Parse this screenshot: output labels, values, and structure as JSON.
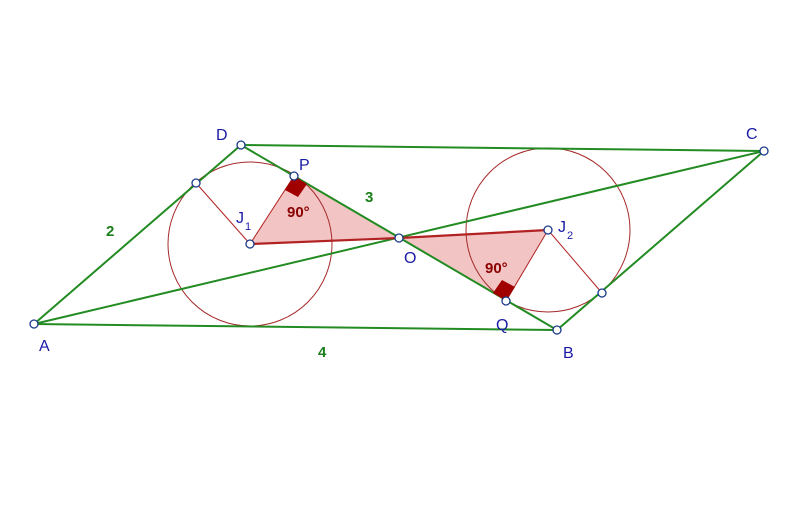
{
  "points": {
    "A": {
      "label": "A"
    },
    "B": {
      "label": "B"
    },
    "C": {
      "label": "C"
    },
    "D": {
      "label": "D"
    },
    "O": {
      "label": "O"
    },
    "P": {
      "label": "P"
    },
    "Q": {
      "label": "Q"
    },
    "J1": {
      "label": "J",
      "sub": "1"
    },
    "J2": {
      "label": "J",
      "sub": "2"
    }
  },
  "lengths": {
    "AD": "2",
    "DO": "3",
    "AB": "4"
  },
  "angles": {
    "at_P": "90°",
    "at_Q": "90°"
  },
  "colors": {
    "sides": "#228b22",
    "red_segments": "#b22222",
    "circles": "#a52a2a",
    "triangle_fill": "#f2c4c4",
    "right_angle_mark": "#a00000",
    "point_stroke": "#1a3a8a",
    "point_labels": "#1a1aa6"
  }
}
